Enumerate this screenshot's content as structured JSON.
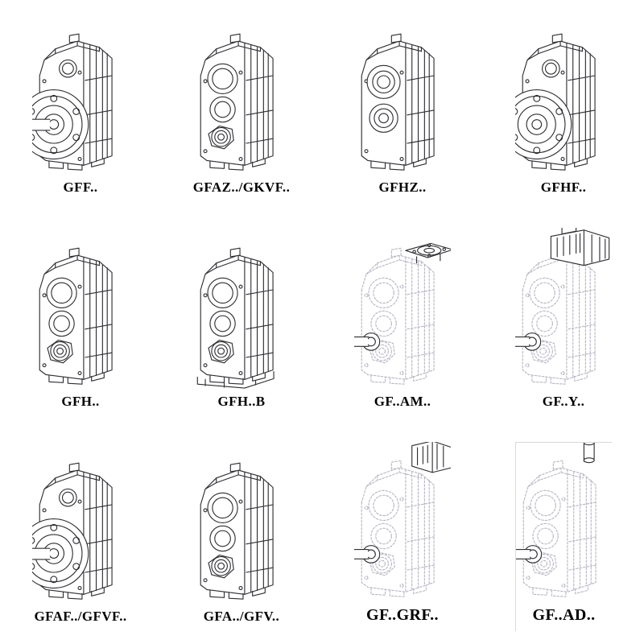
{
  "page": {
    "colors": {
      "ink": "#2e2e33",
      "ghost": "#b6b6c4",
      "background": "#ffffff",
      "label": "#000000"
    }
  },
  "catalog": {
    "cells": [
      {
        "label": "GFF..",
        "variant": "output-flange-with-shaft",
        "line_style": "solid"
      },
      {
        "label": "GFAZ../GKVF..",
        "variant": "shaft-mounted-bores",
        "line_style": "solid"
      },
      {
        "label": "GFHZ..",
        "variant": "hollow-shaft",
        "line_style": "solid"
      },
      {
        "label": "GFHF..",
        "variant": "hollow-shaft-flange",
        "line_style": "solid"
      },
      {
        "label": "GFH..",
        "variant": "shaft-mounted-bores",
        "line_style": "solid"
      },
      {
        "label": "GFH..B",
        "variant": "bores-with-base",
        "line_style": "solid"
      },
      {
        "label": "GF..AM..",
        "variant": "motor-adapter-flange",
        "line_style": "ghost"
      },
      {
        "label": "GF..Y..",
        "variant": "integral-motor",
        "line_style": "ghost"
      },
      {
        "label": "GFAF../GFVF..",
        "variant": "output-flange-with-shaft",
        "line_style": "solid"
      },
      {
        "label": "GFA../GFV..",
        "variant": "shaft-mounted-bores",
        "line_style": "solid"
      },
      {
        "label": "GF..GRF..",
        "variant": "input-cover-box",
        "line_style": "ghost"
      },
      {
        "label": "GF..AD..",
        "variant": "input-shaft-stub",
        "line_style": "ghost"
      }
    ]
  }
}
